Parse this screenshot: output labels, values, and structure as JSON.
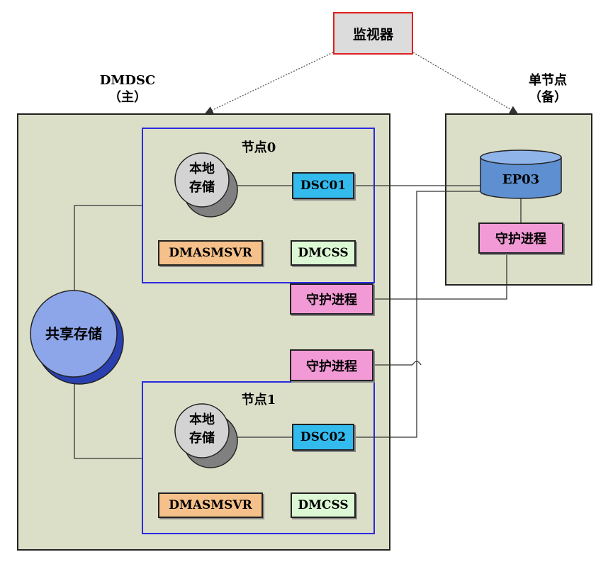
{
  "monitor": {
    "label": "监视器"
  },
  "primary": {
    "title": "DMDSC",
    "subtitle": "（主）"
  },
  "standby": {
    "title": "单节点",
    "subtitle": "（备）"
  },
  "shared_storage": {
    "label": "共享存储"
  },
  "node0": {
    "title": "节点0",
    "local_storage": {
      "line1": "本地",
      "line2": "存储"
    },
    "dsc": "DSC01",
    "asm": "DMASMSVR",
    "css": "DMCSS",
    "guard": "守护进程"
  },
  "node1": {
    "title": "节点1",
    "local_storage": {
      "line1": "本地",
      "line2": "存储"
    },
    "dsc": "DSC02",
    "asm": "DMASMSVR",
    "css": "DMCSS",
    "guard": "守护进程"
  },
  "ep03": {
    "label": "EP03",
    "guard": "守护进程"
  },
  "colors": {
    "panel": "#dcdfc8",
    "node_border": "#2a2ae0",
    "dsc": "#33bbee",
    "asm": "#f5c08a",
    "css": "#dcf7d4",
    "guard": "#f29ad6",
    "monitor_border": "#e02020",
    "shared_storage": "#8da6ea",
    "local_storage": "#d3d3d3",
    "ep03": "#5e8fd0"
  }
}
